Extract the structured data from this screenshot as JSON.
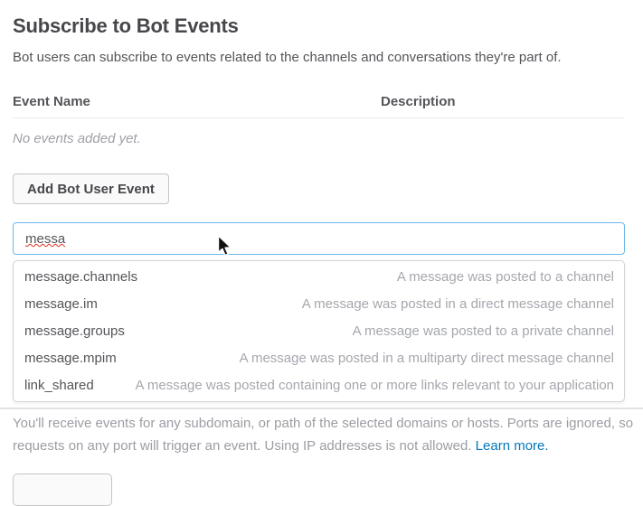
{
  "header": {
    "title": "Subscribe to Bot Events",
    "subtitle": "Bot users can subscribe to events related to the channels and conversations they're part of."
  },
  "events_table": {
    "columns": [
      "Event Name",
      "Description"
    ],
    "empty_message": "No events added yet."
  },
  "actions": {
    "add_event_button": "Add Bot User Event"
  },
  "event_search": {
    "value": "messa"
  },
  "suggestions": [
    {
      "name": "message.channels",
      "description": "A message was posted to a channel"
    },
    {
      "name": "message.im",
      "description": "A message was posted in a direct message channel"
    },
    {
      "name": "message.groups",
      "description": "A message was posted to a private channel"
    },
    {
      "name": "message.mpim",
      "description": "A message was posted in a multiparty direct message channel"
    },
    {
      "name": "link_shared",
      "description": "A message was posted containing one or more links relevant to your application"
    }
  ],
  "footer": {
    "line1": "You'll receive events for any subdomain, or path of the selected domains or hosts. Ports are ignored, so",
    "line2": "requests on any port will trigger an event. Using IP addresses is not allowed.",
    "link": "Learn more."
  },
  "colors": {
    "input_focus_border": "#6bb8e8",
    "link_blue": "#0576b9",
    "spellcheck_red": "#e0301e",
    "heading_text": "#47464b",
    "body_text": "#555459",
    "muted_text": "#9b9da3"
  }
}
